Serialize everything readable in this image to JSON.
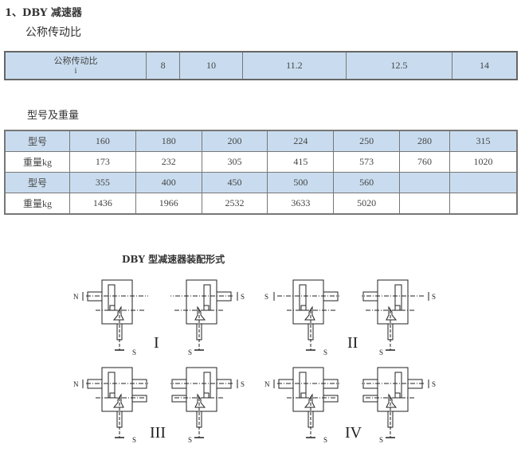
{
  "title": "1、DBY 减速器",
  "ratio_section": {
    "heading": "公称传动比",
    "row_label": "公称传动比",
    "row_symbol": "i",
    "values": [
      "8",
      "10",
      "11.2",
      "12.5",
      "14"
    ]
  },
  "weight_section": {
    "heading": "型号及重量",
    "rows": [
      {
        "label": "型号",
        "values": [
          "160",
          "180",
          "200",
          "224",
          "250",
          "280",
          "315"
        ]
      },
      {
        "label": "重量kg",
        "values": [
          "173",
          "232",
          "305",
          "415",
          "573",
          "760",
          "1020"
        ]
      },
      {
        "label": "型号",
        "values": [
          "355",
          "400",
          "450",
          "500",
          "560",
          "",
          ""
        ]
      },
      {
        "label": "重量kg",
        "values": [
          "1436",
          "1966",
          "2532",
          "3633",
          "5020",
          "",
          ""
        ]
      }
    ]
  },
  "assembly": {
    "heading": "DBY 型减速器装配形式",
    "groups": [
      "I",
      "II",
      "III",
      "IV"
    ],
    "diagrams": [
      {
        "side": "N",
        "bottom": "S"
      },
      {
        "side": "S",
        "bottom": "S"
      },
      {
        "side": "S",
        "bottom": "S"
      },
      {
        "side": "S",
        "bottom": "S"
      },
      {
        "side": "N",
        "bottom": "S"
      },
      {
        "side": "S",
        "bottom": "S"
      },
      {
        "side": "N",
        "bottom": "S"
      },
      {
        "side": "S",
        "bottom": "S"
      }
    ]
  }
}
